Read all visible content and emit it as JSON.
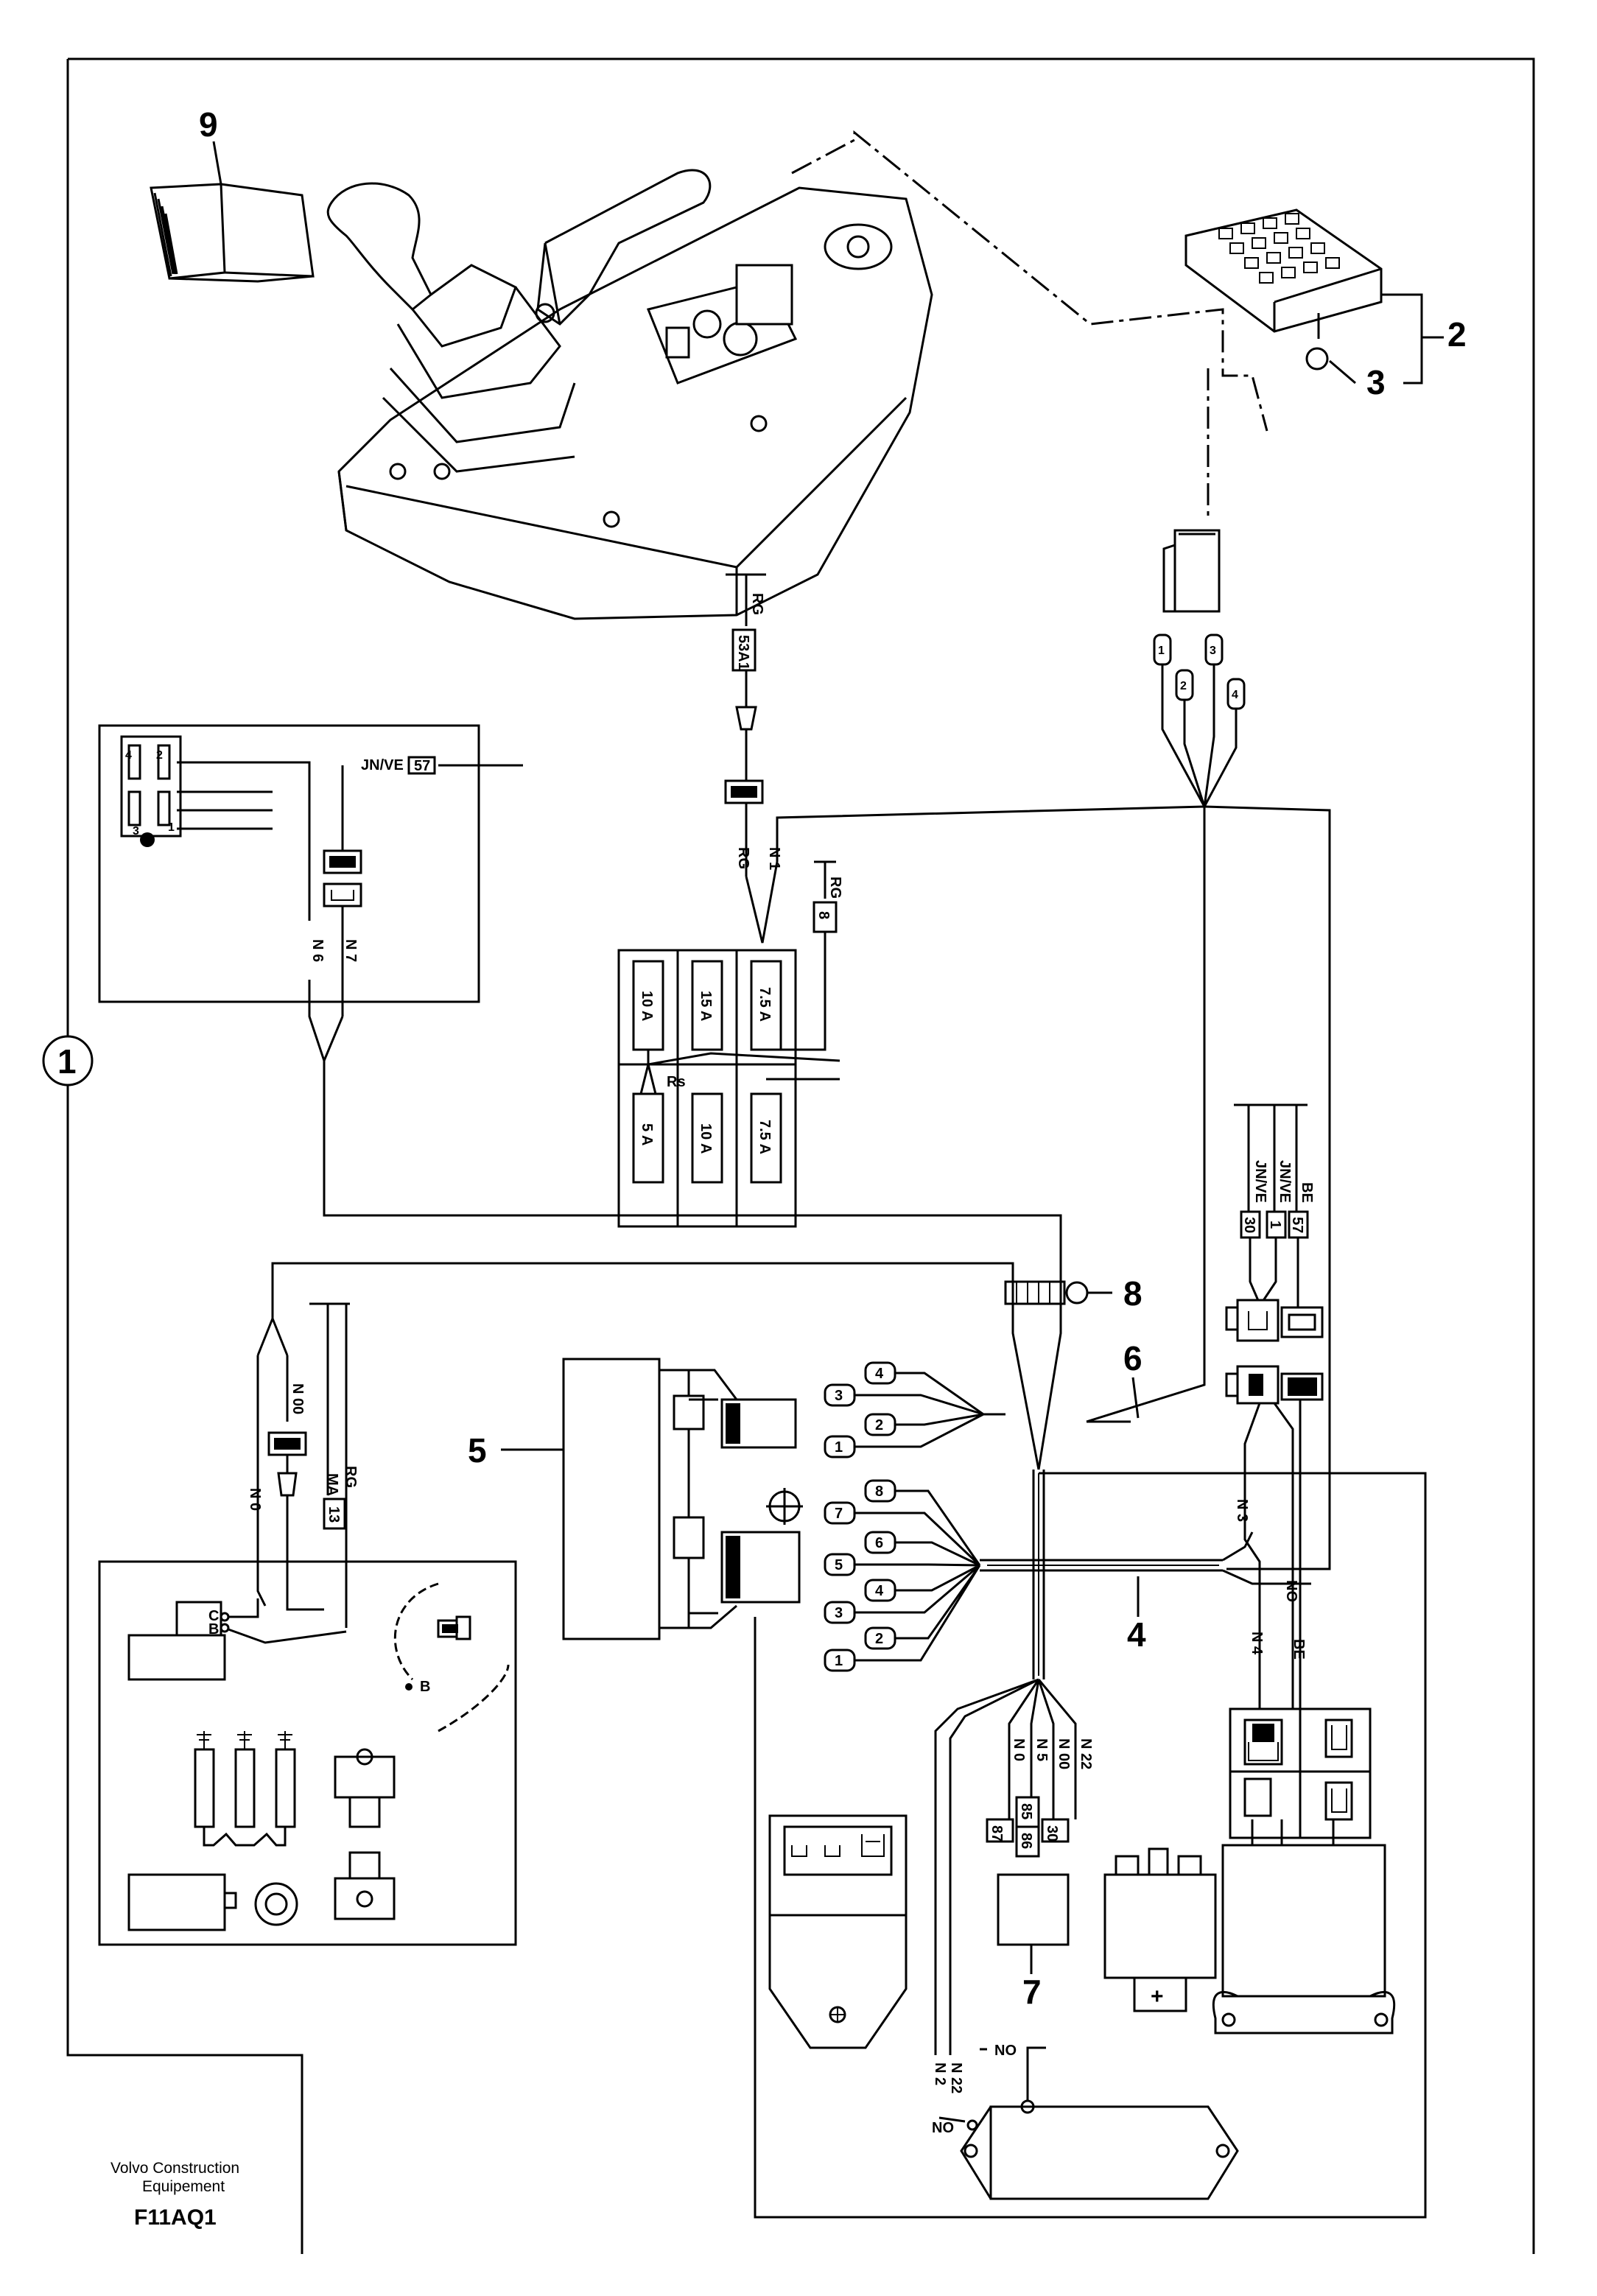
{
  "callouts": [
    "1",
    "2",
    "3",
    "4",
    "5",
    "6",
    "7",
    "8",
    "9"
  ],
  "footer": {
    "company_line1": "Volvo Construction",
    "company_line2": "Equipement",
    "code": "F11AQ1"
  },
  "fuses": {
    "top": [
      "10 A",
      "15 A",
      "7.5 A"
    ],
    "bottom": [
      "5 A",
      "10 A",
      "7.5 A"
    ],
    "mid_label": "Rs"
  },
  "wires": {
    "rg_53a1": "RG",
    "code_53a1": "53A1",
    "rg_left": "RG",
    "n1": "N 1",
    "rg_8": "RG",
    "code_8": "8",
    "jnve_57": "JN/VE",
    "code_57": "57",
    "n6": "N 6",
    "n7": "N 7",
    "n00": "N 00",
    "n0_left": "N 0",
    "rg_ma": "RG",
    "ma": "MA",
    "code_13": "13",
    "c": "C",
    "b_upper": "B",
    "b_lower": "B",
    "jnve_30": "JN/VE",
    "code_30": "30",
    "jnve_1": "JN/VE",
    "code_1": "1",
    "be_57": "BE",
    "code_be_57": "57",
    "n3": "N 3",
    "n4": "N 4",
    "no_v": "NO",
    "be": "BE",
    "n0_relay": "N 0",
    "n5": "N 5",
    "n00_relay": "N 00",
    "n22": "N 22",
    "r87": "87",
    "r85": "85",
    "r86": "86",
    "r30": "30",
    "n2": "N 2",
    "n22_b": "N 22",
    "no_a": "NO",
    "no_b": "NO",
    "plus": "+"
  },
  "pins": {
    "keypad": [
      "1",
      "2",
      "3",
      "4"
    ],
    "upper": [
      "4",
      "3",
      "2",
      "1"
    ],
    "lower": [
      "8",
      "7",
      "6",
      "5",
      "4",
      "3",
      "2",
      "1"
    ],
    "switch": [
      "2",
      "4",
      "3",
      "1"
    ]
  }
}
